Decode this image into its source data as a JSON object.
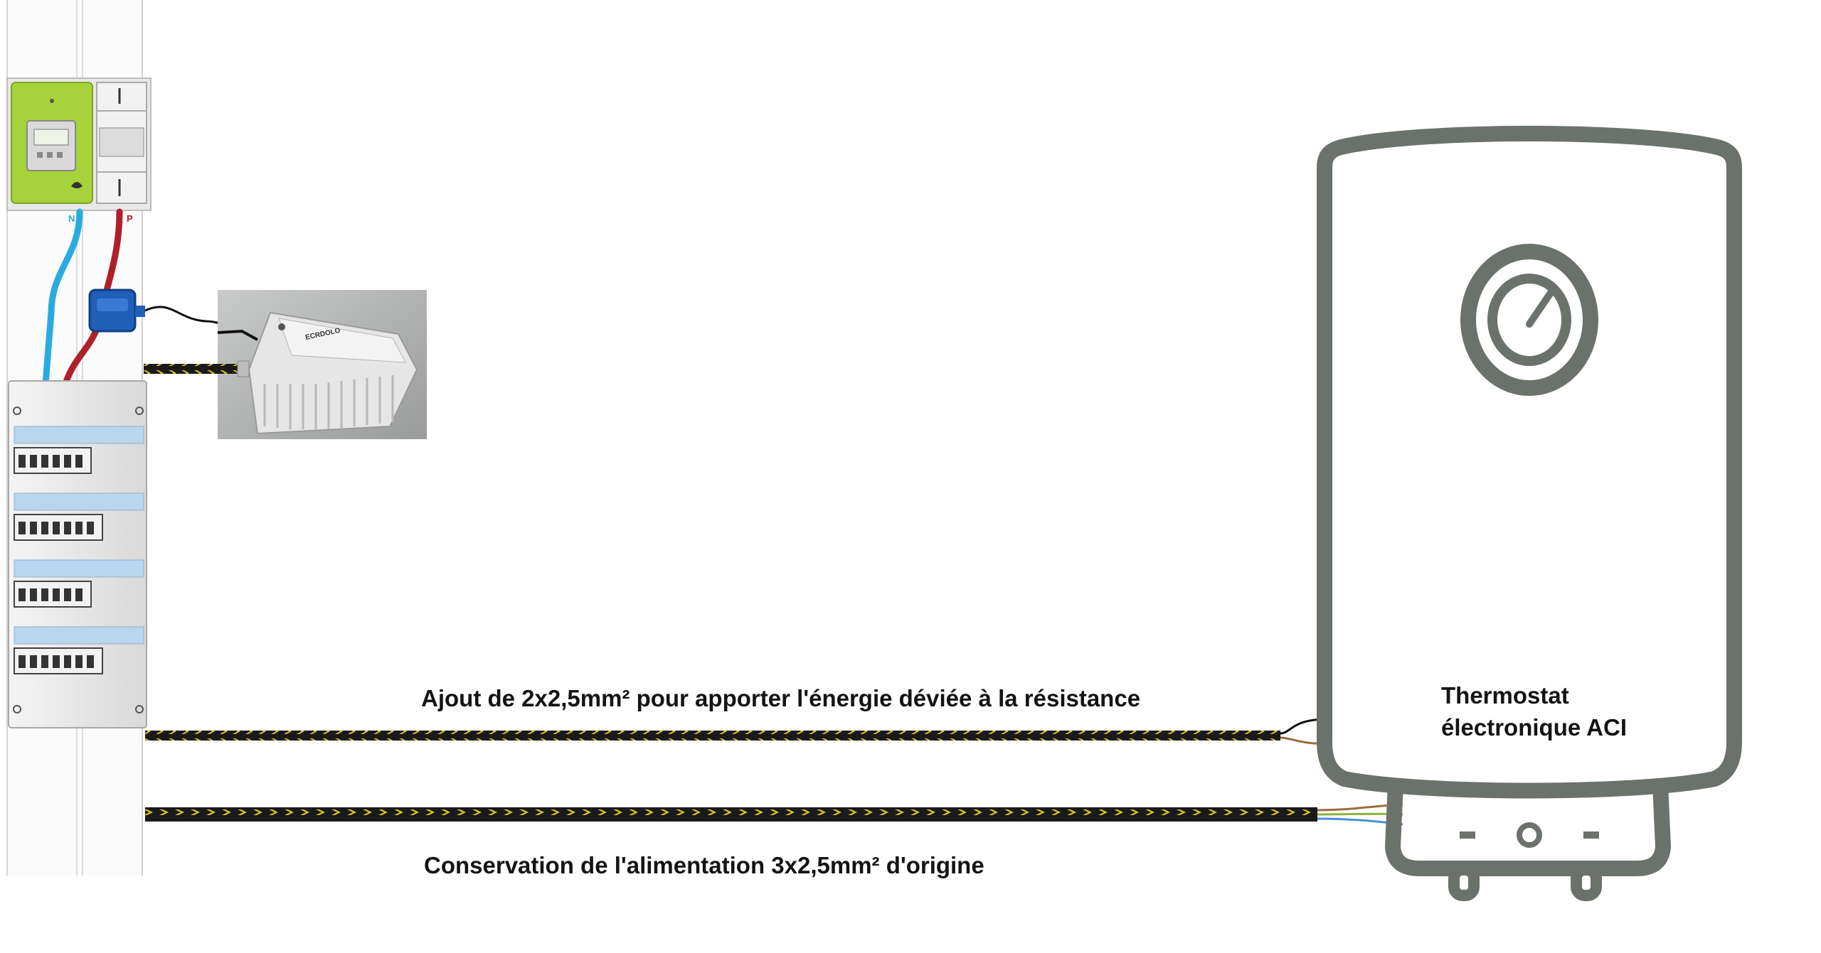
{
  "labels": {
    "added_cable": "Ajout de 2x2,5mm² pour apporter l'énergie déviée à la résistance",
    "original_cable": "Conservation de l'alimentation 3x2,5mm² d'origine",
    "thermostat_line1": "Thermostat",
    "thermostat_line2": "électronique ACI"
  },
  "meter": {
    "neutral_label": "N",
    "phase_label": "P"
  },
  "router_box": {
    "brand_text": "ECRDOLO"
  },
  "colors": {
    "heater": "#6b726c",
    "neutral_wire": "#29abe2",
    "phase_wire": "#b0202a",
    "meter_green": "#a6d23a",
    "cable_jacket": "#1a1a1a",
    "cable_stripe": "#d8c22a",
    "clamp_blue": "#1f5fb8"
  },
  "icons": {
    "thermostat_dial": "gauge-icon",
    "current_clamp": "current-clamp-icon"
  }
}
